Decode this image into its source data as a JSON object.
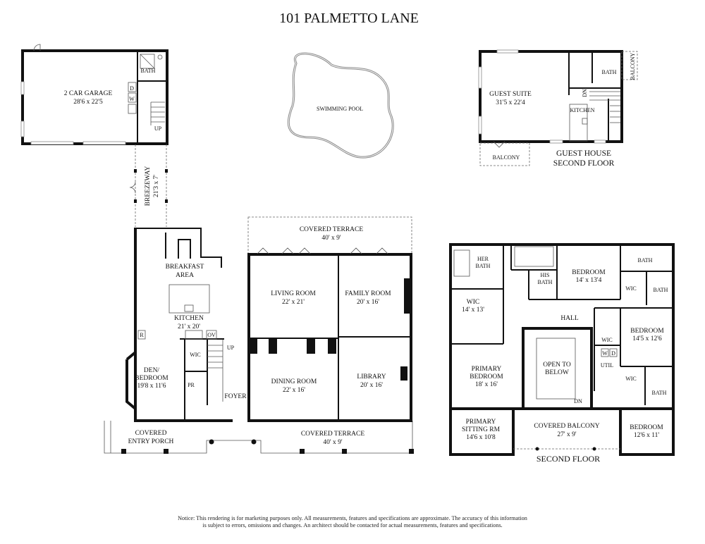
{
  "title": "101 PALMETTO LANE",
  "garage": {
    "name": "2 CAR GARAGE",
    "dims": "28'6 x 22'5",
    "bath": "BATH",
    "dryer": "D",
    "washer": "W",
    "stair": "UP"
  },
  "pool": {
    "name": "SWIMMING POOL"
  },
  "guest_house": {
    "caption_line1": "GUEST HOUSE",
    "caption_line2": "SECOND FLOOR",
    "suite": "GUEST SUITE",
    "suite_dims": "31'5 x 22'4",
    "bath": "BATH",
    "kitchen": "KITCHEN",
    "stair": "DN",
    "balcony_bottom": "BALCONY",
    "balcony_side": "BALCONY"
  },
  "first_floor": {
    "breezeway": "BREEZEWAY",
    "breezeway_dims": "21'3 x 7'",
    "breakfast_line1": "BREAKFAST",
    "breakfast_line2": "AREA",
    "kitchen": "KITCHEN",
    "kitchen_dims": "21' x 20'",
    "refrigerator": "R",
    "oven": "OV",
    "stair_up": "UP",
    "wic": "WIC",
    "den_line1": "DEN/",
    "den_line2": "BEDROOM",
    "den_dims": "19'8 x 11'6",
    "powder": "PR",
    "foyer": "FOYER",
    "entry_porch_line1": "COVERED",
    "entry_porch_line2": "ENTRY PORCH",
    "terrace_top": "COVERED TERRACE",
    "terrace_top_dims": "40' x 9'",
    "living": "LIVING ROOM",
    "living_dims": "22' x 21'",
    "family": "FAMILY ROOM",
    "family_dims": "20' x 16'",
    "dining": "DINING ROOM",
    "dining_dims": "22' x 16'",
    "library": "LIBRARY",
    "library_dims": "20' x 16'",
    "terrace_bottom": "COVERED TERRACE",
    "terrace_bottom_dims": "40' x 9'"
  },
  "second_floor": {
    "caption": "SECOND FLOOR",
    "her_bath_line1": "HER",
    "her_bath_line2": "BATH",
    "his_bath_line1": "HIS",
    "his_bath_line2": "BATH",
    "primary_wic": "WIC",
    "primary_wic_dims": "14' x 13'",
    "hall": "HALL",
    "open_line1": "OPEN TO",
    "open_line2": "BELOW",
    "stair_dn": "DN",
    "primary_bed_line1": "PRIMARY",
    "primary_bed_line2": "BEDROOM",
    "primary_bed_dims": "18' x 16'",
    "sitting_line1": "PRIMARY",
    "sitting_line2": "SITTING RM",
    "sitting_dims": "14'6 x 10'8",
    "balcony": "COVERED BALCONY",
    "balcony_dims": "27' x 9'",
    "bed1": "BEDROOM",
    "bed1_dims": "14' x 13'4",
    "bath1": "BATH",
    "wic1": "WIC",
    "bath2": "BATH",
    "bed2": "BEDROOM",
    "bed2_dims": "14'5 x 12'6",
    "wic2": "WIC",
    "washer": "W",
    "dryer": "D",
    "util": "UTIL",
    "wic3": "WIC",
    "bath3": "BATH",
    "bed3": "BEDROOM",
    "bed3_dims": "12'6 x 11'"
  },
  "notice_line1": "Notice: This rendering is for marketing purposes only. All measurements, features and specifications are approximate. The accuracy of this information",
  "notice_line2": "is subject to errors, omissions and changes. An architect should be contacted for actual measurements, features and specifications."
}
